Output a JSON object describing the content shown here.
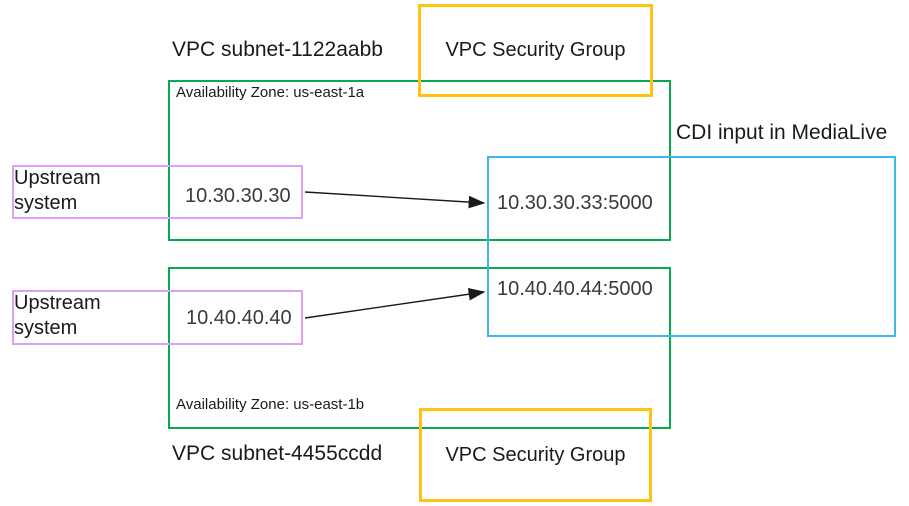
{
  "colors": {
    "green": "#0aa84f",
    "yellow": "#ffc20e",
    "purple": "#dea1f0",
    "cyan": "#3db7e8",
    "text": "#1a1a1a",
    "ip_text": "#3a3a3a",
    "arrow": "#1a1a1a"
  },
  "diagram": {
    "subnet_a": {
      "title": "VPC subnet-1122aabb",
      "availability_zone": "Availability Zone: us-east-1a",
      "endpoint_ip": "10.30.30.30"
    },
    "subnet_b": {
      "title": "VPC subnet-4455ccdd",
      "availability_zone": "Availability Zone: us-east-1b",
      "endpoint_ip": "10.40.40.40"
    },
    "security_group_top": {
      "label": "VPC Security Group"
    },
    "security_group_bottom": {
      "label": "VPC Security Group"
    },
    "upstream_a": {
      "label": "Upstream system"
    },
    "upstream_b": {
      "label": "Upstream system"
    },
    "cdi": {
      "title": "CDI input in MediaLive",
      "input_a": "10.30.30.33:5000",
      "input_b": "10.40.40.44:5000"
    }
  }
}
